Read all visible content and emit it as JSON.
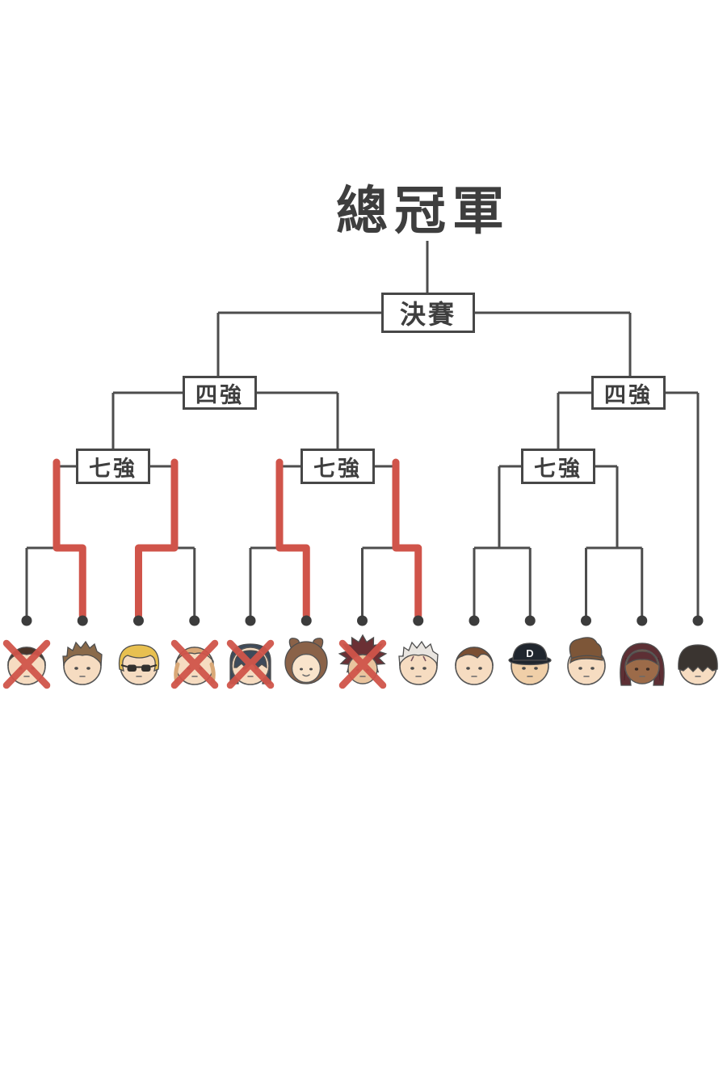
{
  "title": "總冠軍",
  "boxes": {
    "final": {
      "label": "決賽"
    },
    "semi_left": {
      "label": "四強"
    },
    "semi_right": {
      "label": "四強"
    },
    "quarter_left": {
      "label": "七強"
    },
    "quarter_mid": {
      "label": "七強"
    },
    "quarter_right": {
      "label": "七強"
    }
  },
  "colors": {
    "background": "#ffffff",
    "line": "#4d4d4d",
    "winner_path": "#d0544a",
    "cross": "#d0544a",
    "dot": "#3c3c3c",
    "box_border": "#474747",
    "text": "#3e3e3e"
  },
  "contestants": [
    {
      "name": "member-1",
      "hair_style": "short",
      "hair_color": "#4a3428",
      "skin_color": "#f6dcc1",
      "eliminated": true
    },
    {
      "name": "member-2",
      "hair_style": "spiky",
      "hair_color": "#8a6a4a",
      "skin_color": "#f6dcc1",
      "eliminated": false
    },
    {
      "name": "member-3",
      "hair_style": "bob",
      "hair_color": "#e8c050",
      "skin_color": "#f6dcc1",
      "sunglasses": true,
      "eliminated": false
    },
    {
      "name": "member-4",
      "hair_style": "side-tails",
      "hair_color": "#d9a877",
      "skin_color": "#f6dcc1",
      "eliminated": true
    },
    {
      "name": "member-5",
      "hair_style": "long-bangs",
      "hair_color": "#3d4a5a",
      "skin_color": "#f6dcc1",
      "eliminated": true
    },
    {
      "name": "member-6",
      "hair_style": "ear-hood",
      "hair_color": "#8a6248",
      "skin_color": "#f9e4cb",
      "eliminated": false
    },
    {
      "name": "member-7",
      "hair_style": "wild-spiky",
      "hair_color": "#6b3034",
      "skin_color": "#e9c49e",
      "eliminated": true
    },
    {
      "name": "member-8",
      "hair_style": "spiky-white",
      "hair_color": "#e9e5e0",
      "skin_color": "#f6dcc1",
      "eliminated": false
    },
    {
      "name": "member-9",
      "hair_style": "neat",
      "hair_color": "#7a4f33",
      "skin_color": "#f6dcc1",
      "eliminated": false
    },
    {
      "name": "member-10",
      "hair_style": "cap",
      "hair_color": "#20262e",
      "skin_color": "#f0cfa8",
      "cap_letter": "D",
      "eliminated": false
    },
    {
      "name": "member-11",
      "hair_style": "pompadour",
      "hair_color": "#7d5638",
      "skin_color": "#f6dcc1",
      "eliminated": false
    },
    {
      "name": "member-12",
      "hair_style": "dreads",
      "hair_color": "#5d2f34",
      "skin_color": "#9c6b49",
      "eliminated": false
    },
    {
      "name": "member-13",
      "hair_style": "bowl",
      "hair_color": "#3a3430",
      "skin_color": "#f6dcc1",
      "eliminated": false
    }
  ],
  "matches": [
    {
      "round": "first",
      "slots": [
        0,
        1
      ],
      "winner": 1
    },
    {
      "round": "first",
      "slots": [
        2,
        3
      ],
      "winner": 2
    },
    {
      "round": "first",
      "slots": [
        4,
        5
      ],
      "winner": 5
    },
    {
      "round": "first",
      "slots": [
        6,
        7
      ],
      "winner": 7
    },
    {
      "round": "first",
      "slots": [
        8,
        9
      ],
      "winner": null
    },
    {
      "round": "first",
      "slots": [
        10,
        11
      ],
      "winner": null
    },
    {
      "round": "bye",
      "slots": [
        12
      ],
      "winner": null
    }
  ]
}
